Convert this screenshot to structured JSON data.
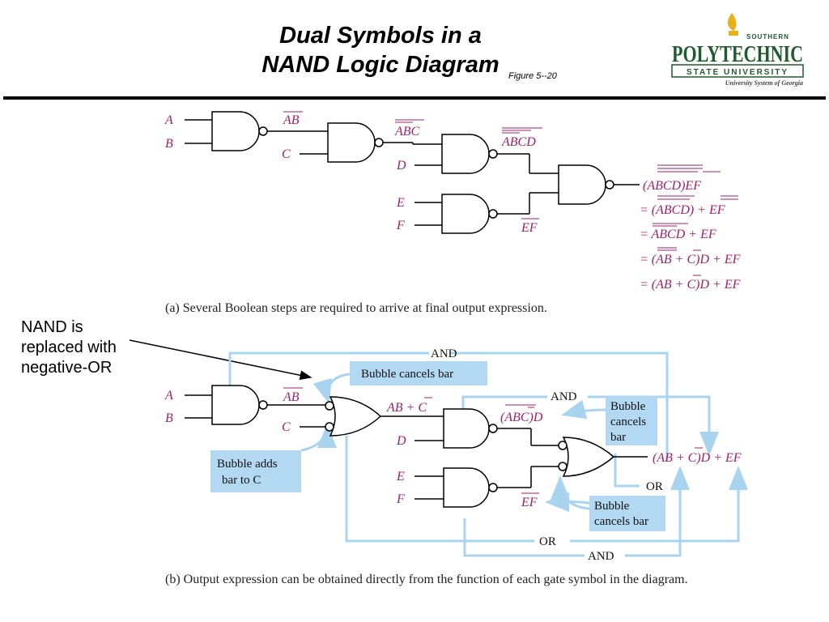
{
  "title": {
    "line1": "Dual Symbols in a",
    "line2": "NAND Logic Diagram",
    "figure_ref": "Figure 5--20"
  },
  "logo": {
    "top": "SOUTHERN",
    "main": "POLYTECHNIC",
    "sub": "STATE UNIVERSITY",
    "tagline": "University System of Georgia"
  },
  "note": {
    "line1": "NAND is",
    "line2": "replaced with",
    "line3": "negative-OR"
  },
  "part_a": {
    "inputs": [
      "A",
      "B",
      "C",
      "D",
      "E",
      "F"
    ],
    "signals": [
      "AB",
      "ABC",
      "ABCD",
      "EF"
    ],
    "output_steps": [
      "(ABCD)EF",
      "= (ABCD) + EF",
      "= ABCD + EF",
      "= (AB + C)D + EF",
      "= (AB + C)D + EF"
    ],
    "caption": "(a) Several Boolean steps are required to arrive at final output expression."
  },
  "part_b": {
    "inputs": [
      "A",
      "B",
      "C",
      "D",
      "E",
      "F"
    ],
    "signals": [
      "AB",
      "AB + C",
      "(ABC)D",
      "EF"
    ],
    "output": "(AB + C)D + EF",
    "callouts": {
      "bubble_cancels_top": "Bubble cancels bar",
      "bubble_adds_1": "Bubble adds",
      "bubble_adds_2": "bar to C",
      "bubble_cancels_right_1": "Bubble",
      "bubble_cancels_right_2": "cancels",
      "bubble_cancels_right_3": "bar",
      "bubble_cancels_bottom_1": "Bubble",
      "bubble_cancels_bottom_2": "cancels bar"
    },
    "path_labels": {
      "and_top": "AND",
      "and_mid": "AND",
      "or_right": "OR",
      "or_bottom": "OR",
      "and_bottom": "AND"
    },
    "caption": "(b) Output expression can be obtained directly from the function of each gate symbol in the diagram."
  },
  "colors": {
    "signal_label": "#a0206a",
    "callout_fill": "#b3d9f2",
    "path_line": "#a8d4f0",
    "logo_green": "#1f5b2c",
    "logo_gold": "#e6b21c"
  }
}
